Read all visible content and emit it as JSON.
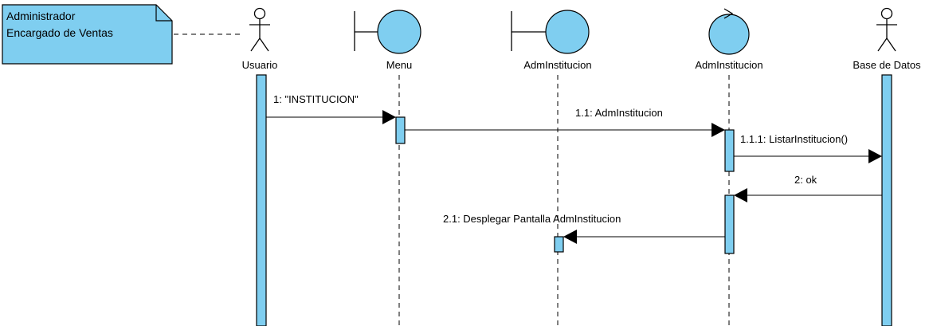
{
  "colors": {
    "element_fill": "#7fcef0",
    "line": "#000000",
    "background": "#ffffff"
  },
  "note": {
    "lines": [
      "Administrador",
      "Encargado de Ventas"
    ]
  },
  "lifelines": [
    {
      "id": "usuario",
      "kind": "actor",
      "label": "Usuario"
    },
    {
      "id": "menu",
      "kind": "boundary",
      "label": "Menu"
    },
    {
      "id": "adm_boundary",
      "kind": "boundary",
      "label": "AdmInstitucion"
    },
    {
      "id": "adm_control",
      "kind": "control",
      "label": "AdmInstitucion"
    },
    {
      "id": "bd",
      "kind": "actor",
      "label": "Base de Datos"
    }
  ],
  "messages": [
    {
      "label": "1: \"INSTITUCION\"",
      "from": "usuario",
      "to": "menu"
    },
    {
      "label": "1.1: AdmInstitucion",
      "from": "menu",
      "to": "adm_control"
    },
    {
      "label": "1.1.1: ListarInstitucion()",
      "from": "adm_control",
      "to": "bd"
    },
    {
      "label": "2: ok",
      "from": "bd",
      "to": "adm_control"
    },
    {
      "label": "2.1: Desplegar Pantalla AdmInstitucion",
      "from": "adm_control",
      "to": "adm_boundary"
    }
  ]
}
